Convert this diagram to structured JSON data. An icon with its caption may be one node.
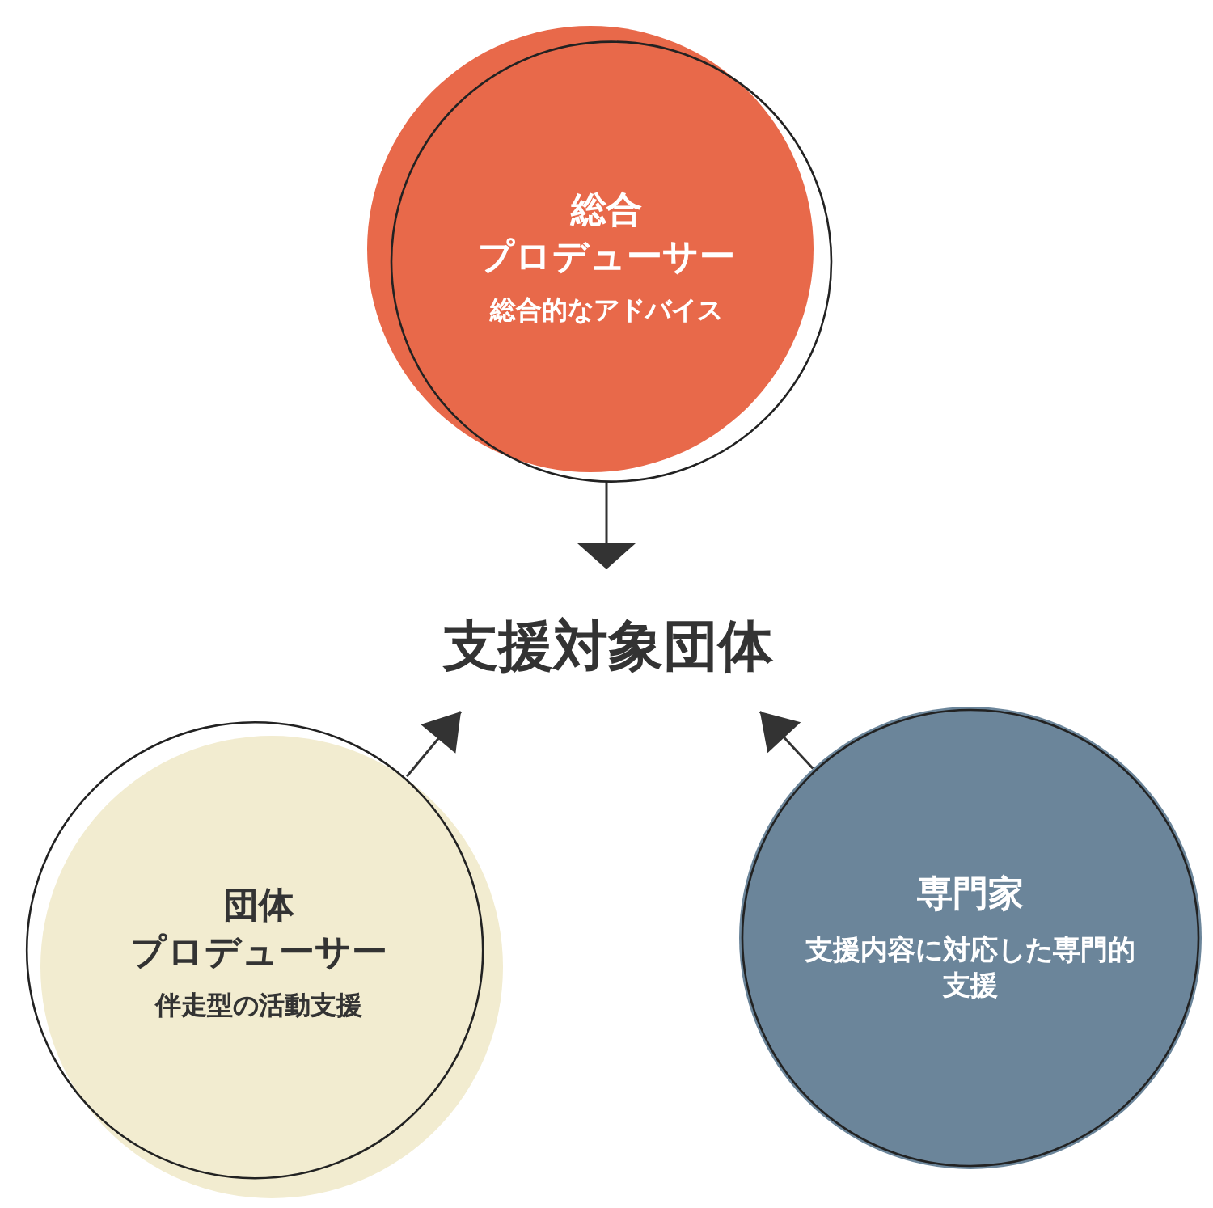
{
  "diagram": {
    "nodes": [
      {
        "text": [
          "総合",
          "プロデューサー",
          "総合的なアドバイス"
        ]
      },
      {
        "text": [
          "支援対象団体"
        ]
      },
      {
        "text": [
          "団体",
          "プロデューサー",
          "伴走型の活動支援"
        ]
      },
      {
        "text": [
          "専門家",
          "支援内容に対応した専門的支援"
        ]
      }
    ],
    "edges": [
      {
        "from": 0,
        "to": 1,
        "arrow": "to"
      },
      {
        "from": 2,
        "to": 1,
        "arrow": "to"
      },
      {
        "from": 3,
        "to": 1,
        "arrow": "to"
      }
    ]
  }
}
